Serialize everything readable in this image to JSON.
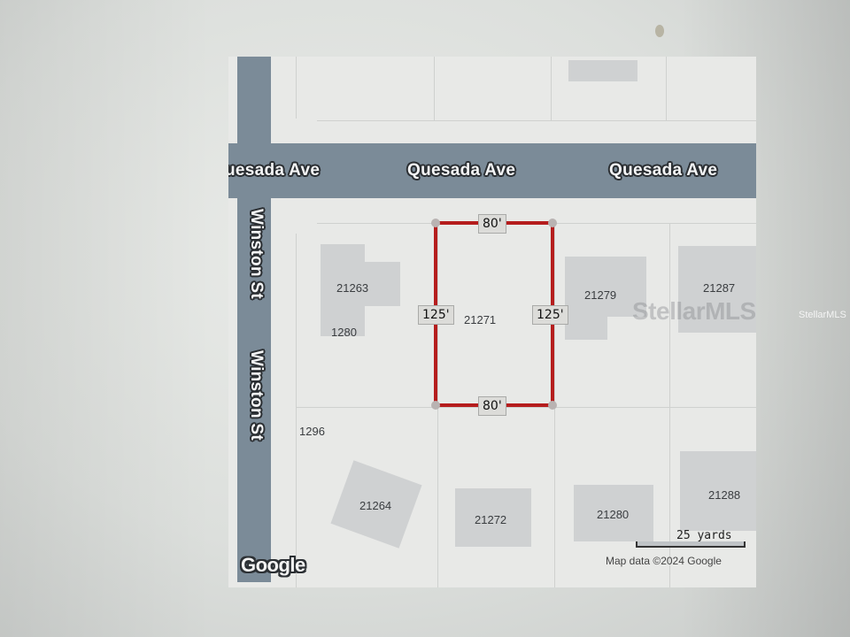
{
  "map": {
    "provider": "Google",
    "attribution": "Map data ©2024 Google",
    "scale_label": "25 yards",
    "watermark": "StellarMLS",
    "colors": {
      "road": "#7b8b98",
      "parcel_outline": "#b51d1d",
      "background": "#e8e9e7",
      "building": "#cfd1d2"
    }
  },
  "roads": {
    "horizontal": {
      "name": "Quesada Ave",
      "labels": [
        "uesada Ave",
        "Quesada Ave",
        "Quesada Ave"
      ]
    },
    "vertical": {
      "name": "Winston St",
      "labels": [
        "Winston St",
        "Winston St"
      ]
    }
  },
  "parcel": {
    "address": "21271",
    "dimensions": {
      "top": "80'",
      "bottom": "80'",
      "left": "125'",
      "right": "125'"
    }
  },
  "addresses": [
    {
      "id": "a1",
      "label": "21263"
    },
    {
      "id": "a2",
      "label": "1280"
    },
    {
      "id": "a3",
      "label": "21279"
    },
    {
      "id": "a4",
      "label": "21287"
    },
    {
      "id": "a5",
      "label": "1296"
    },
    {
      "id": "a6",
      "label": "21264"
    },
    {
      "id": "a7",
      "label": "21272"
    },
    {
      "id": "a8",
      "label": "21280"
    },
    {
      "id": "a9",
      "label": "21288"
    }
  ]
}
